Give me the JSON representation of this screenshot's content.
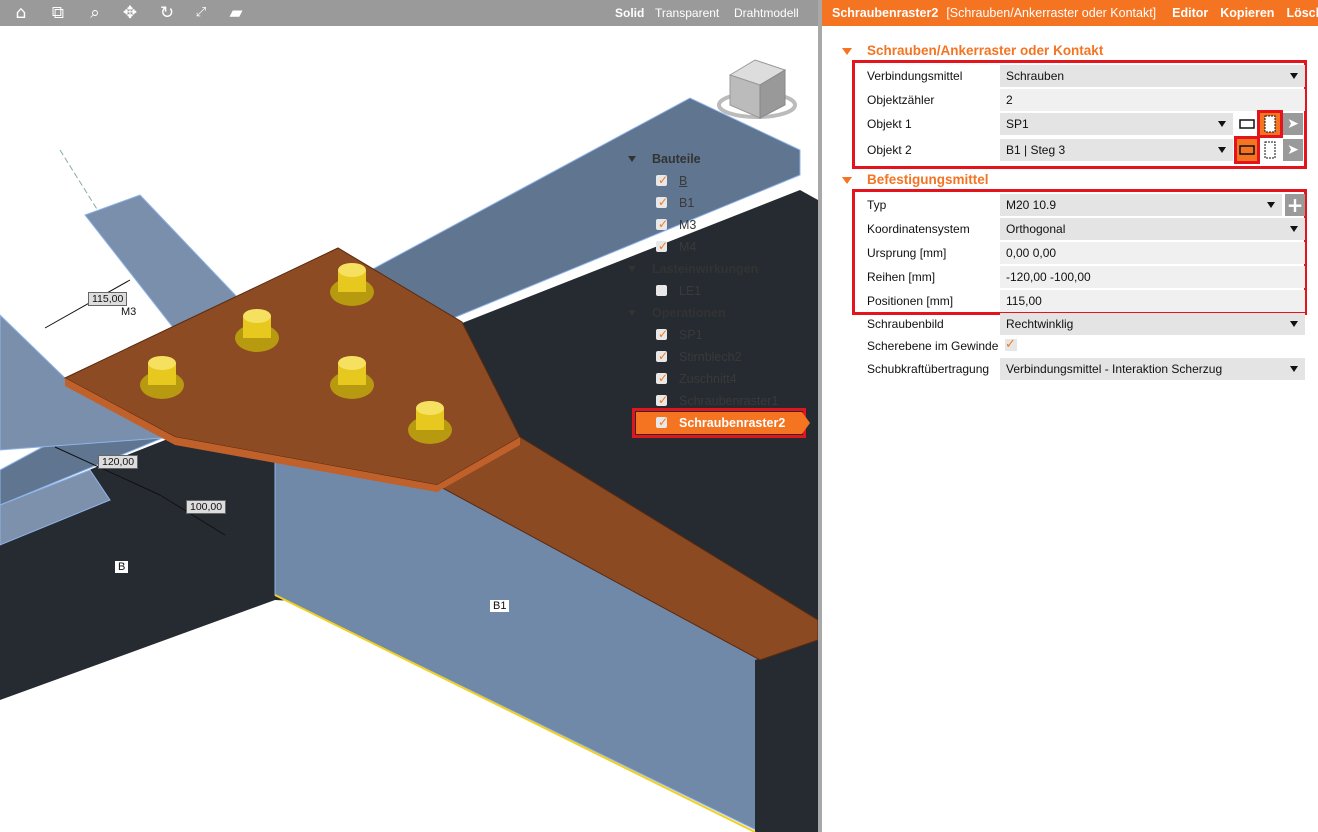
{
  "toolbar": {
    "icons": [
      "home-icon",
      "zoom-window-icon",
      "zoom-icon",
      "pan-icon",
      "rotate-icon",
      "fit-icon",
      "box-view-icon"
    ],
    "modes": [
      "Solid",
      "Transparent",
      "Drahtmodell"
    ]
  },
  "tree": {
    "groups": [
      {
        "title": "Bauteile",
        "items": [
          {
            "label": "B",
            "checked": true
          },
          {
            "label": "B1",
            "checked": true
          },
          {
            "label": "M3",
            "checked": true
          },
          {
            "label": "M4",
            "checked": true
          }
        ]
      },
      {
        "title": "Lasteinwirkungen",
        "items": [
          {
            "label": "LE1",
            "checked": false
          }
        ]
      },
      {
        "title": "Operationen",
        "items": [
          {
            "label": "SP1",
            "checked": true
          },
          {
            "label": "Stirnblech2",
            "checked": true
          },
          {
            "label": "Zuschnitt4",
            "checked": true
          },
          {
            "label": "Schraubenraster1",
            "checked": true
          },
          {
            "label": "Schraubenraster2",
            "checked": true,
            "selected": true
          }
        ]
      }
    ]
  },
  "scene": {
    "dims": [
      "115,00",
      "120,00",
      "100,00"
    ],
    "labels": [
      "M3",
      "B",
      "B1"
    ]
  },
  "panel": {
    "title": "Schraubenraster2",
    "subtitle": "[Schrauben/Ankerraster oder Kontakt]",
    "actions": [
      "Editor",
      "Kopieren",
      "Löschen"
    ],
    "section1": {
      "title": "Schrauben/Ankerraster oder Kontakt",
      "rows": [
        {
          "label": "Verbindungsmittel",
          "value": "Schrauben"
        },
        {
          "label": "Objektzähler",
          "value": "2"
        },
        {
          "label": "Objekt 1",
          "value": "SP1"
        },
        {
          "label": "Objekt 2",
          "value": "B1 | Steg 3"
        }
      ]
    },
    "section2": {
      "title": "Befestigungsmittel",
      "rows": [
        {
          "label": "Typ",
          "value": "M20 10.9"
        },
        {
          "label": "Koordinatensystem",
          "value": "Orthogonal"
        },
        {
          "label": "Ursprung [mm]",
          "value": "0,00 0,00"
        },
        {
          "label": "Reihen [mm]",
          "value": "-120,00 -100,00"
        },
        {
          "label": "Positionen [mm]",
          "value": "115,00"
        },
        {
          "label": "Schraubenbild",
          "value": "Rechtwinklig"
        },
        {
          "label": "Scherebene im Gewinde",
          "value": true
        },
        {
          "label": "Schubkraftübertragung",
          "value": "Verbindungsmittel - Interaktion Scherzug"
        }
      ]
    }
  },
  "colors": {
    "accent": "#f47422",
    "highlight": "#e3141c",
    "plate": "#8b4a22",
    "bolt": "#e0c020"
  }
}
